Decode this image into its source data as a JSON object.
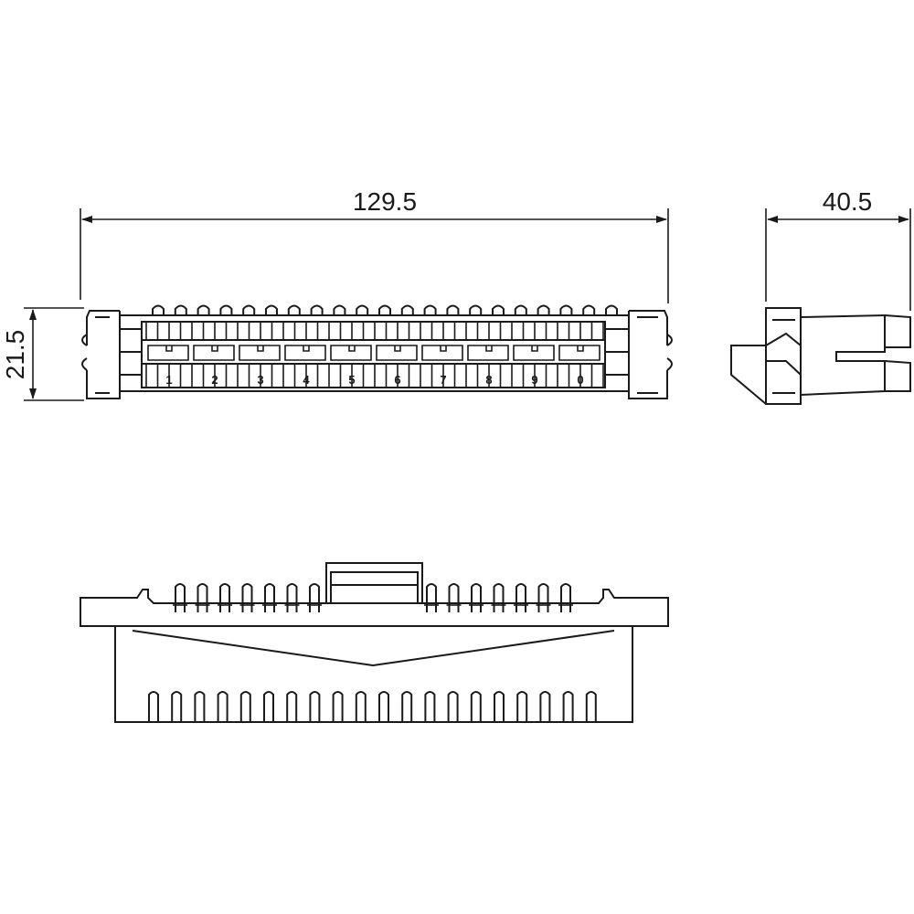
{
  "dimensions": {
    "length": "129.5",
    "height": "21.5",
    "depth": "40.5"
  },
  "position_labels": [
    "1",
    "2",
    "3",
    "4",
    "5",
    "6",
    "7",
    "8",
    "9",
    "0"
  ],
  "colors": {
    "line": "#1a1a1a",
    "background": "#ffffff"
  }
}
